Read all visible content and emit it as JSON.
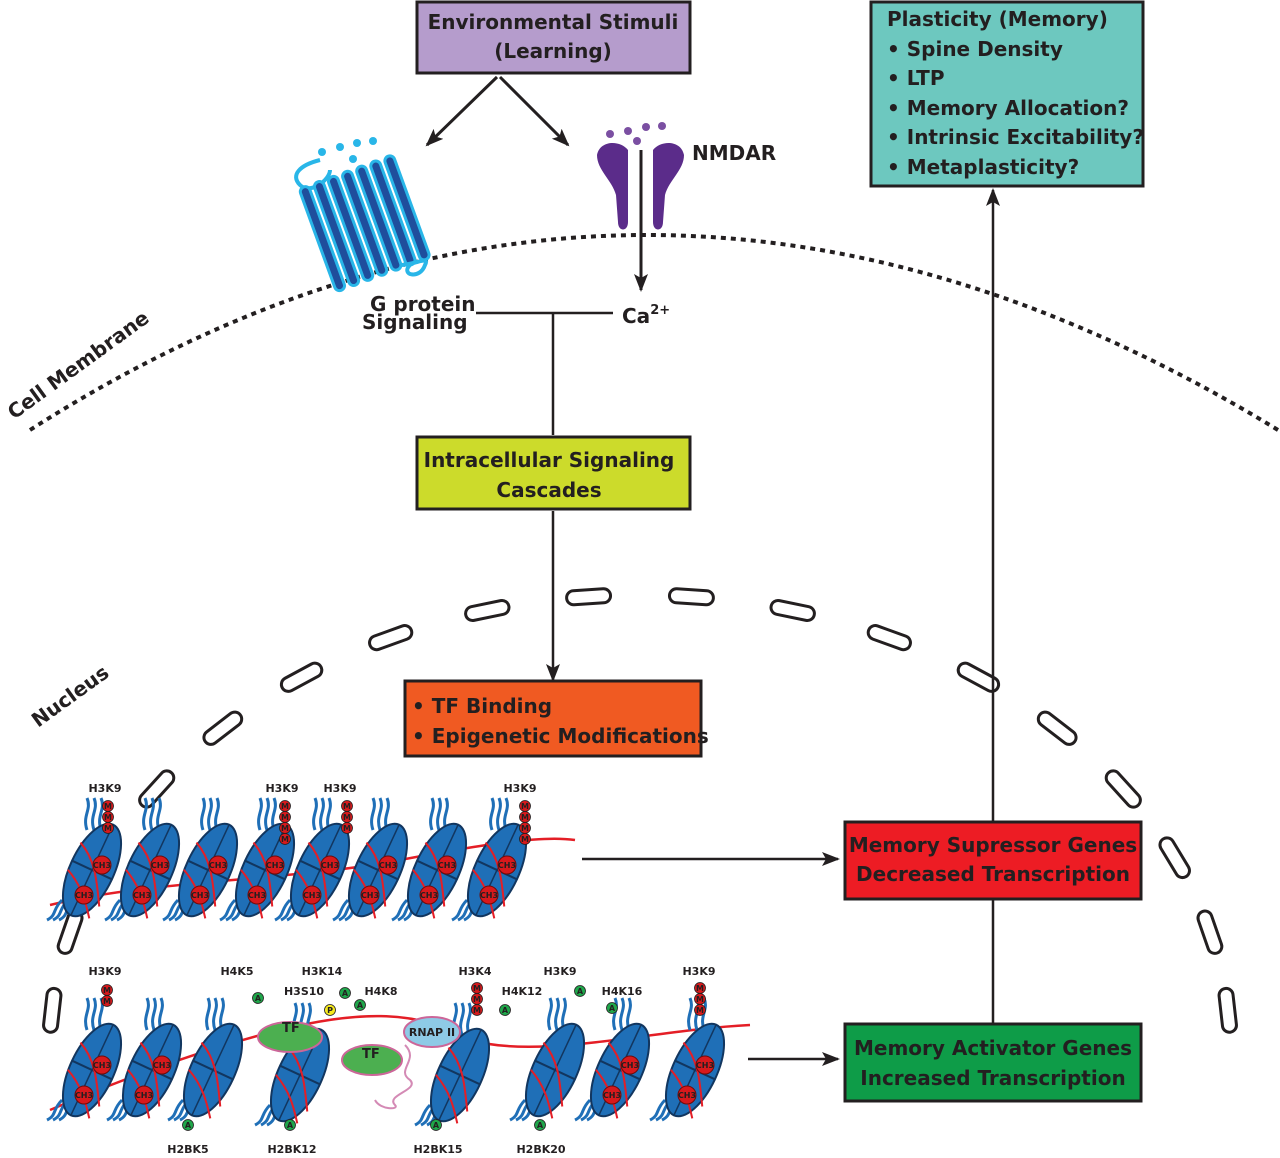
{
  "boxes": {
    "stimuli": {
      "line1": "Environmental Stimuli",
      "line2": "(Learning)",
      "fill": "#b59ccc"
    },
    "plasticity": {
      "title": "Plasticity (Memory)",
      "items": [
        "• Spine Density",
        "• LTP",
        "• Memory Allocation?",
        "• Intrinsic Excitability?",
        "• Metaplasticity?"
      ],
      "fill": "#6dc8bf"
    },
    "cascades": {
      "line1": "Intracellular Signaling",
      "line2": "Cascades",
      "fill": "#ccdb2b"
    },
    "tf": {
      "line1": "• TF Binding",
      "line2": "• Epigenetic Modifications",
      "fill": "#f05a22"
    },
    "suppressor": {
      "line1": "Memory Supressor Genes",
      "line2": "Decreased Transcription",
      "fill": "#ed1c24",
      "text_color": "#231f20"
    },
    "activator": {
      "line1": "Memory Activator Genes",
      "line2": "Increased Transcription",
      "fill": "#0e9c48",
      "text_color": "#231f20"
    }
  },
  "labels": {
    "nmdar": "NMDAR",
    "gprotein_line1": "G protein",
    "gprotein_line2": "Signaling",
    "calcium": "Ca",
    "calcium_sup": "2+",
    "cell_membrane": "Cell Membrane",
    "nucleus": "Nucleus"
  },
  "histone_marks_top": [
    "H3K9",
    "H3K9",
    "H3K9",
    "H3K9"
  ],
  "histone_marks_bottom": {
    "above": [
      "H3K9",
      "H4K5",
      "H3K14",
      "H3S10",
      "H4K8",
      "H3K4",
      "H4K12",
      "H3K9",
      "H4K16",
      "H3K9"
    ],
    "below": [
      "H2BK5",
      "H2BK12",
      "H2BK15",
      "H2BK20"
    ]
  },
  "mark_letters": {
    "methyl": "M",
    "acetyl": "A",
    "phospho": "P",
    "dna_methyl": "CH3"
  },
  "factors": {
    "tf1": "TF",
    "tf2": "TF",
    "rnap": "RNAP II"
  },
  "colors": {
    "nucleosome": "#1f6fb7",
    "nucleosome_dark": "#12365f",
    "dna": "#e41e26",
    "methyl": "#d7191c",
    "acetyl": "#1fa64a",
    "phospho": "#f6ea1d",
    "receptor_gpcr": "#1b9ad6",
    "receptor_nmdar": "#5b2c8a",
    "tf_green": "#4caf50",
    "rnap_blue": "#8ecae6"
  }
}
